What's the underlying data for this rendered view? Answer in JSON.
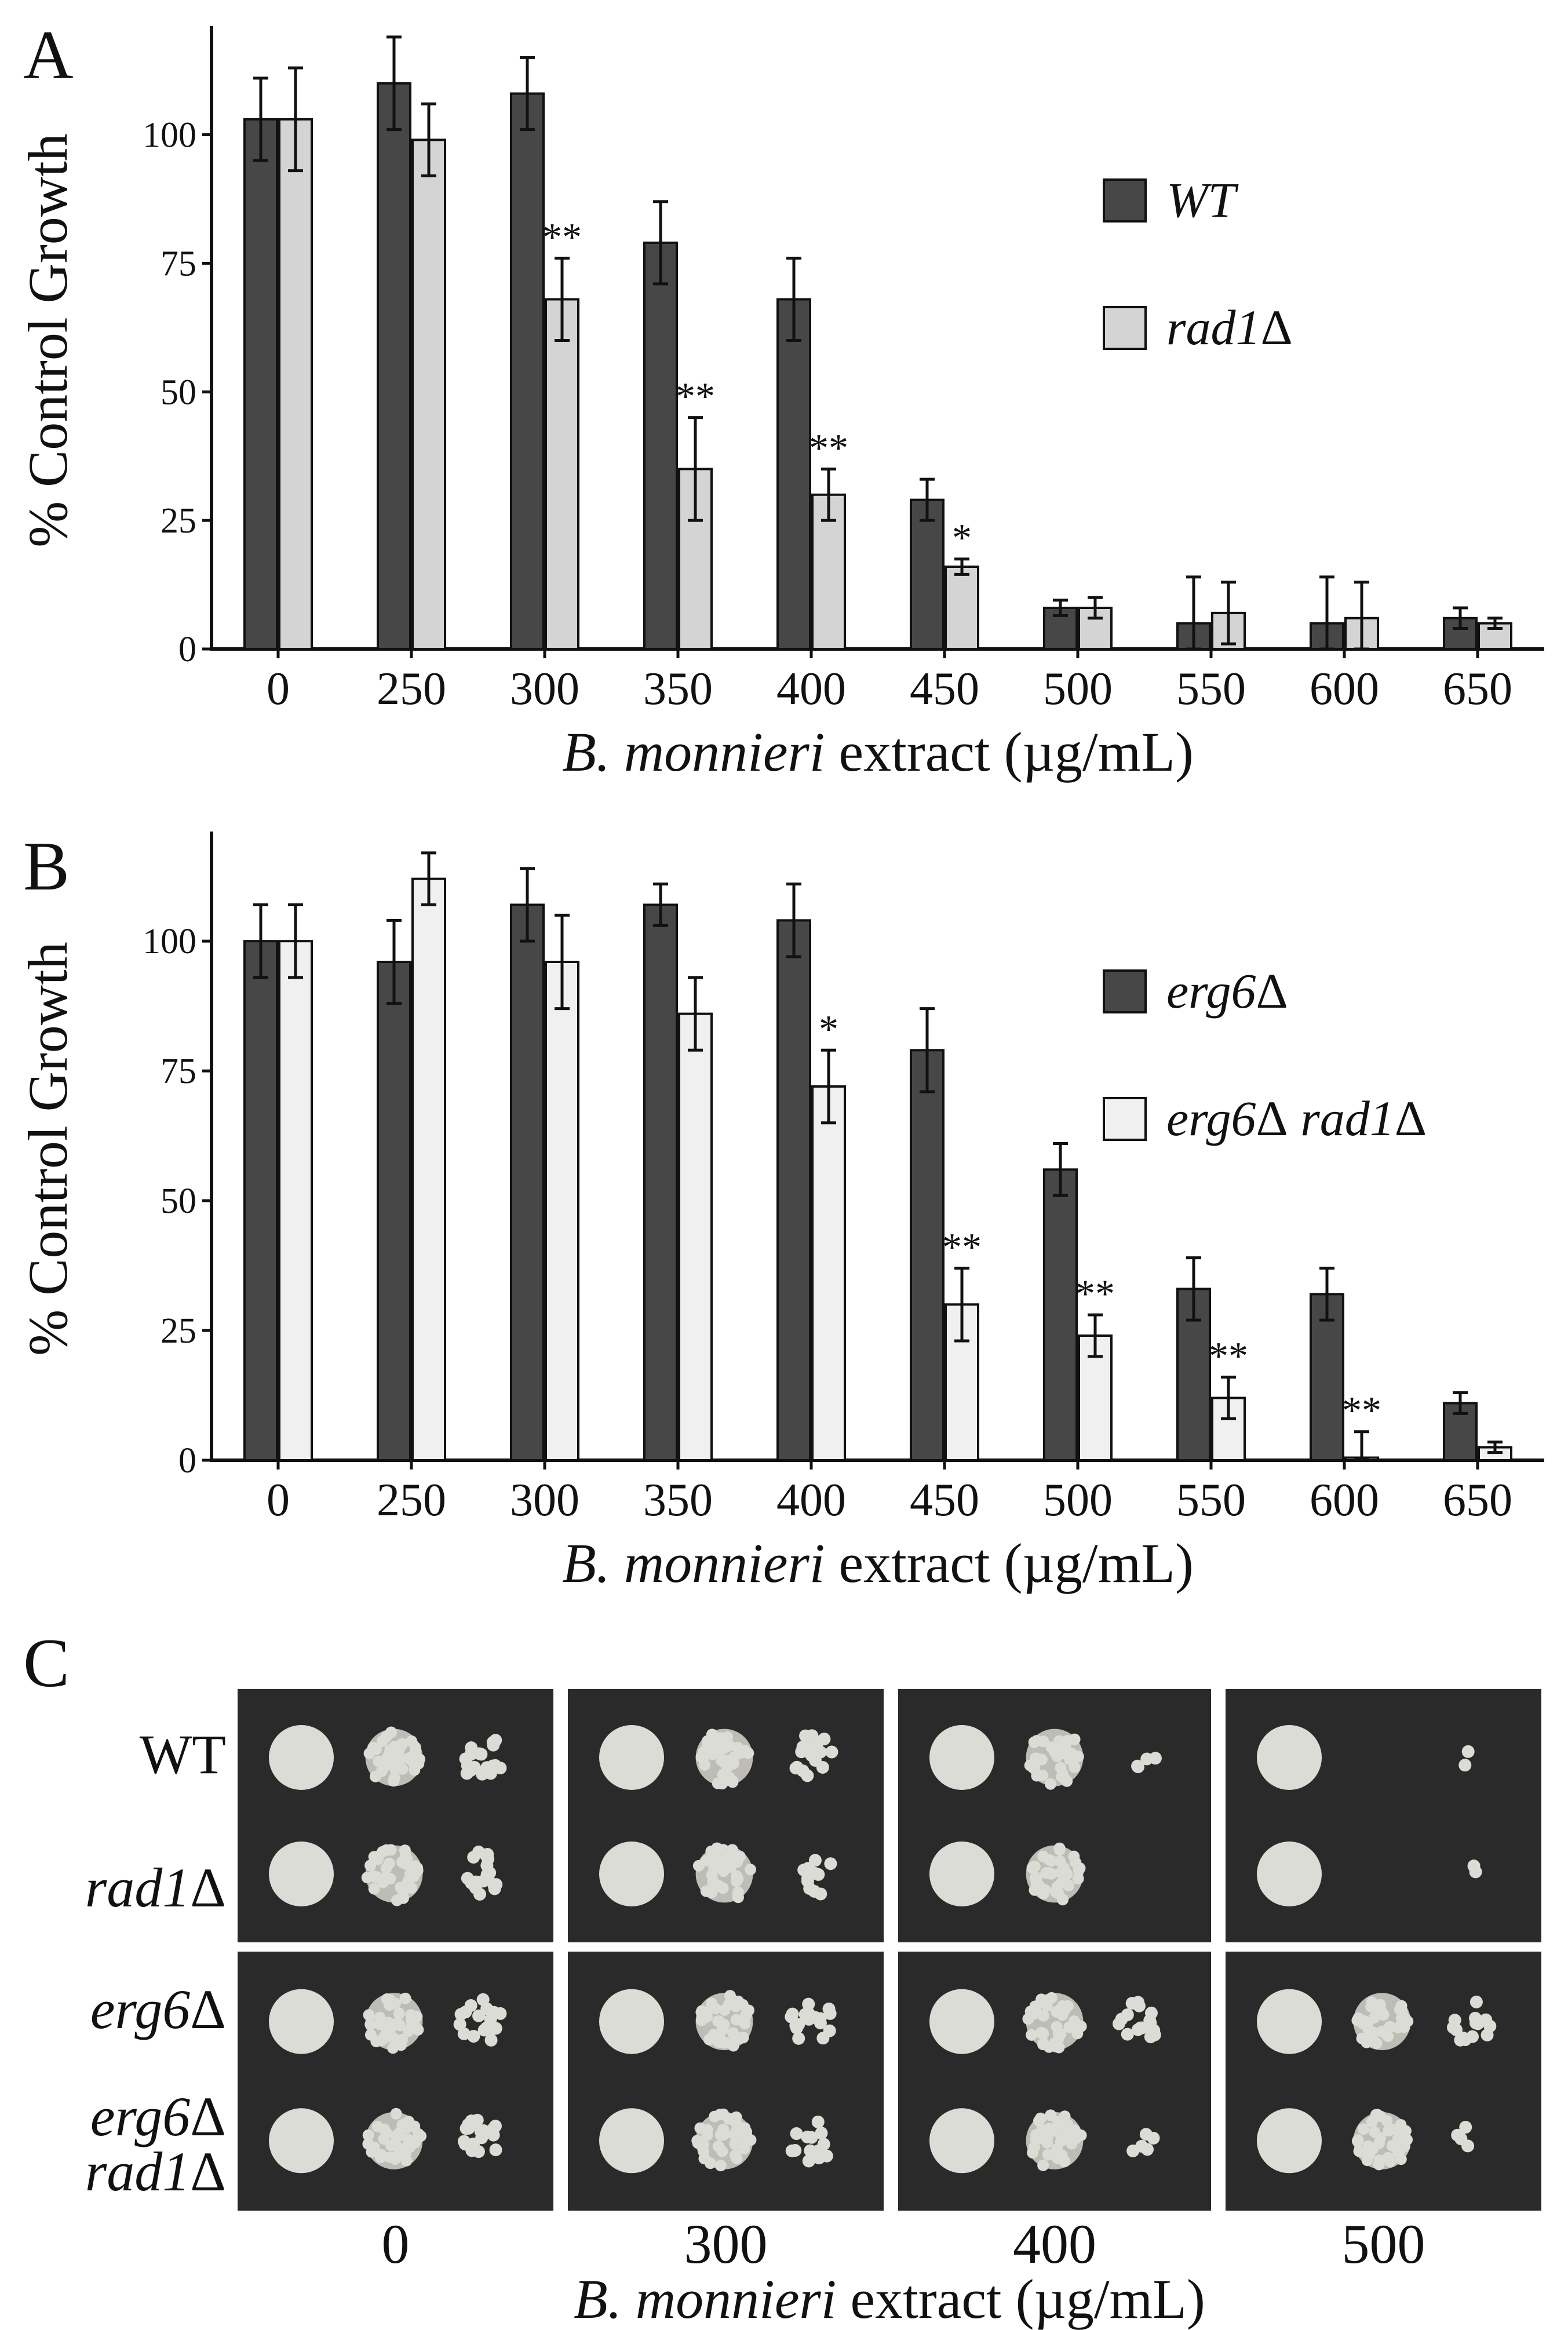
{
  "colors": {
    "dark_bar": "#474747",
    "light_bar_a": "#d4d4d4",
    "light_bar_b": "#f0f0f0",
    "plate_bg": "#2a2a2a",
    "colony": "#dcdcd6"
  },
  "chart_data": [
    {
      "panel": "A",
      "type": "bar",
      "xlabel_italic": "B. monnieri",
      "xlabel_rest": " extract (µg/mL)",
      "ylabel": "% Control Growth",
      "ylim": [
        0,
        120
      ],
      "yticks": [
        0,
        25,
        50,
        75,
        100
      ],
      "categories": [
        "0",
        "250",
        "300",
        "350",
        "400",
        "450",
        "500",
        "550",
        "600",
        "650"
      ],
      "legend_position": "right",
      "series": [
        {
          "name": "WT",
          "color": "#474747",
          "values": [
            103,
            110,
            108,
            79,
            68,
            29,
            8,
            5,
            5,
            6
          ],
          "errors": [
            8,
            9,
            7,
            8,
            8,
            4,
            1.5,
            9,
            9,
            2
          ]
        },
        {
          "name": "rad1Δ",
          "color": "#d4d4d4",
          "values": [
            103,
            99,
            68,
            35,
            30,
            16,
            8,
            7,
            6,
            5
          ],
          "errors": [
            10,
            7,
            8,
            10,
            5,
            1.5,
            2,
            6,
            7,
            1
          ],
          "significance": [
            "",
            "",
            "**",
            "**",
            "**",
            "*",
            "",
            "",
            "",
            ""
          ]
        }
      ]
    },
    {
      "panel": "B",
      "type": "bar",
      "xlabel_italic": "B. monnieri",
      "xlabel_rest": " extract (µg/mL)",
      "ylabel": "% Control Growth",
      "ylim": [
        0,
        120
      ],
      "yticks": [
        0,
        25,
        50,
        75,
        100
      ],
      "categories": [
        "0",
        "250",
        "300",
        "350",
        "400",
        "450",
        "500",
        "550",
        "600",
        "650"
      ],
      "legend_position": "right",
      "series": [
        {
          "name": "erg6Δ",
          "color": "#474747",
          "values": [
            100,
            96,
            107,
            107,
            104,
            79,
            56,
            33,
            32,
            11
          ],
          "errors": [
            7,
            8,
            7,
            4,
            7,
            8,
            5,
            6,
            5,
            2
          ]
        },
        {
          "name": "erg6Δ rad1Δ",
          "color": "#f0f0f0",
          "values": [
            100,
            112,
            96,
            86,
            72,
            30,
            24,
            12,
            0.5,
            2.5
          ],
          "errors": [
            7,
            5,
            9,
            7,
            7,
            7,
            4,
            4,
            5,
            1
          ],
          "significance": [
            "",
            "",
            "",
            "",
            "*",
            "**",
            "**",
            "**",
            "**",
            ""
          ]
        }
      ]
    }
  ],
  "panelC": {
    "letter": "C",
    "row_labels": [
      "WT",
      "rad1Δ",
      "erg6Δ",
      "erg6Δ",
      "rad1Δ"
    ],
    "concentrations": [
      "0",
      "300",
      "400",
      "500"
    ],
    "xlabel_italic": "B. monnieri",
    "xlabel_rest": " extract (µg/mL)"
  }
}
